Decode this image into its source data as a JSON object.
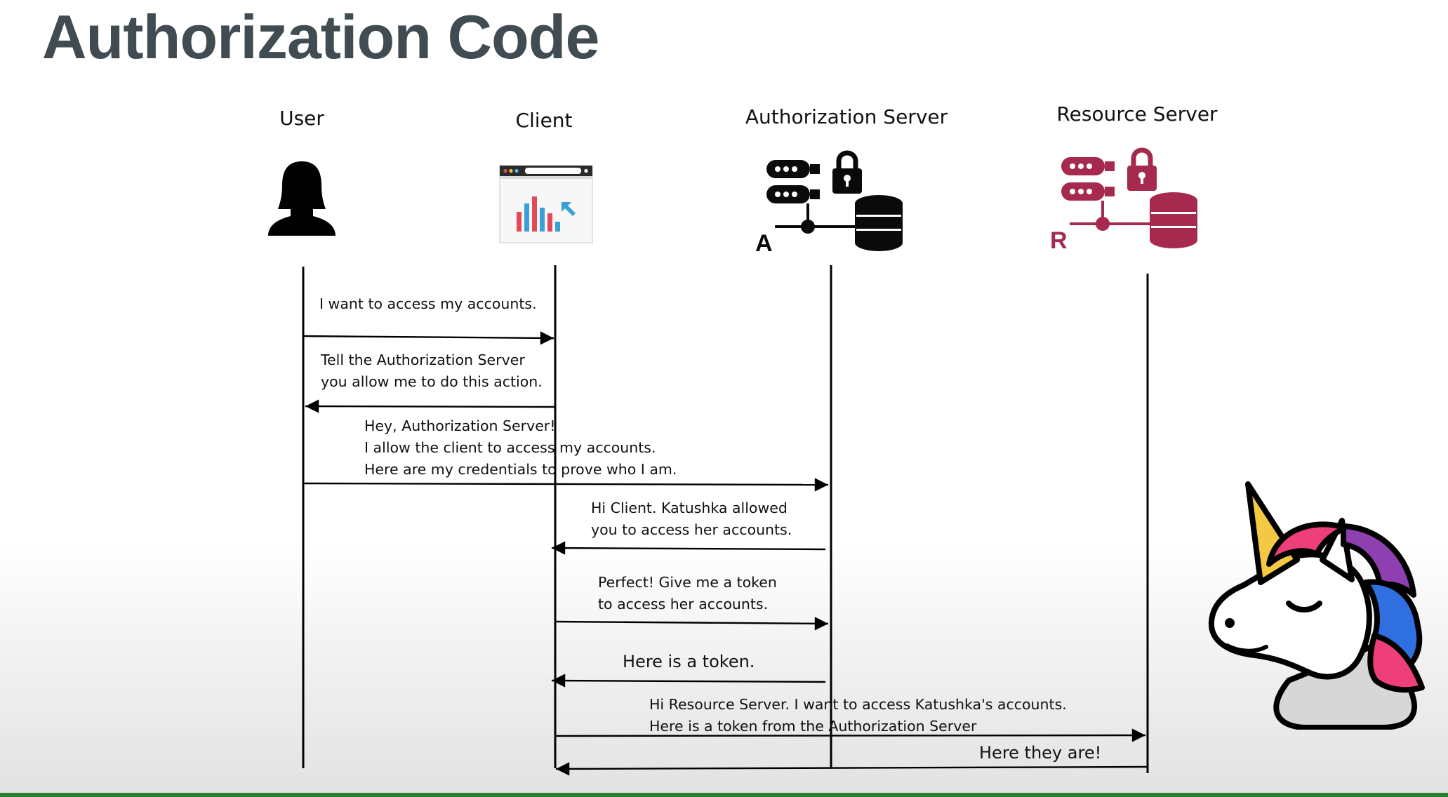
{
  "title": "Authorization Code",
  "actors": {
    "user": "User",
    "client": "Client",
    "auth_server": "Authorization Server",
    "resource_server": "Resource Server"
  },
  "icons": {
    "user": "user-silhouette-icon",
    "client": "browser-chart-icon",
    "auth_server": "locked-server-database-icon",
    "resource_server": "locked-server-database-icon",
    "mascot": "unicorn-icon"
  },
  "icon_letters": {
    "auth_server": "A",
    "resource_server": "R"
  },
  "colors": {
    "auth_server_icon": "#0a0a0a",
    "resource_server_icon": "#a62a4e",
    "title": "#404b52"
  },
  "messages": [
    {
      "from": "User",
      "to": "Client",
      "lines": [
        "I want to access my accounts."
      ]
    },
    {
      "from": "Client",
      "to": "User",
      "lines": [
        "Tell the Authorization Server",
        "you allow me to do this action."
      ]
    },
    {
      "from": "User",
      "to": "Authorization Server",
      "lines": [
        "Hey, Authorization Server!",
        "I allow the client to access my accounts.",
        "Here are my credentials to prove who I am."
      ]
    },
    {
      "from": "Authorization Server",
      "to": "Client",
      "lines": [
        "Hi Client. Katushka allowed",
        "you to access her accounts."
      ]
    },
    {
      "from": "Client",
      "to": "Authorization Server",
      "lines": [
        "Perfect! Give me a token",
        "to access her accounts."
      ]
    },
    {
      "from": "Authorization Server",
      "to": "Client",
      "lines": [
        "Here is a token."
      ]
    },
    {
      "from": "Client",
      "to": "Resource Server",
      "lines": [
        "Hi Resource Server. I want to access Katushka's accounts.",
        "Here is a token from the Authorization Server"
      ]
    },
    {
      "from": "Resource Server",
      "to": "Client",
      "lines": [
        "Here they are!"
      ]
    }
  ]
}
